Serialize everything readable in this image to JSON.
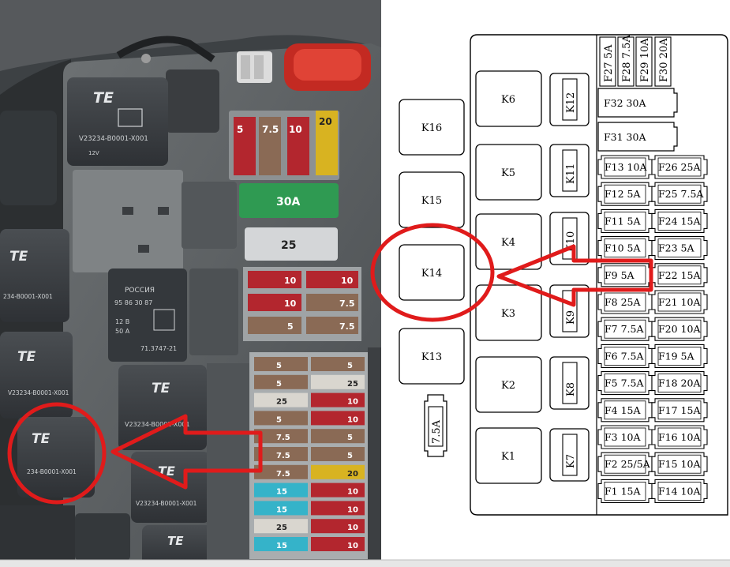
{
  "photo": {
    "relay_logo": "TE",
    "relay_part": "V23234-B0001-X001",
    "relay_part_partial": "234-B0001-X001",
    "relay_code": "12V",
    "rus_relay": {
      "title": "РОССИЯ",
      "code1": "95 86 30 87",
      "code2": "12 В",
      "code3": "50 A",
      "part": "71.3747-21"
    },
    "top_fuses": [
      "5",
      "7.5",
      "10",
      "20"
    ],
    "maxi_fuses": [
      "30A",
      "25"
    ],
    "mid_fuses_left": [
      "10",
      "10",
      "5"
    ],
    "mid_fuses_right": [
      "10",
      "7.5",
      "7.5"
    ],
    "bottom_fuses_left": [
      "5",
      "5",
      "25",
      "5",
      "7.5",
      "7.5",
      "7.5",
      "15",
      "15",
      "25",
      "15"
    ],
    "bottom_fuses_right": [
      "5",
      "25",
      "10",
      "10",
      "5",
      "5",
      "20",
      "10",
      "10",
      "10",
      "10"
    ]
  },
  "diagram": {
    "relays_outside": [
      "K16",
      "K15",
      "K14",
      "K13"
    ],
    "small_fuse": "7.5A",
    "relays_inside": [
      "K6",
      "K5",
      "K4",
      "K3",
      "K2",
      "K1"
    ],
    "vertical_relays": [
      "K12",
      "K11",
      "K10",
      "K9",
      "K8",
      "K7"
    ],
    "top_fuses": [
      "F27 5A",
      "F28 7.5A",
      "F29 10A",
      "F30 20A"
    ],
    "maxi_fuses": [
      "F32 30A",
      "F31 30A"
    ],
    "fuse_left": [
      "F13 10A",
      "F12 5A",
      "F11 5A",
      "F10 5A",
      "F9 5A",
      "F8 25A",
      "F7 7.5A",
      "F6 7.5A",
      "F5 7.5A",
      "F4 15A",
      "F3 10A",
      "F2 25/5A",
      "F1 15A"
    ],
    "fuse_right": [
      "F26 25A",
      "F25 7.5A",
      "F24 15A",
      "F23 5A",
      "F22 15A",
      "F21 10A",
      "F20 10A",
      "F19 5A",
      "F18 20A",
      "F17 15A",
      "F16 10A",
      "F15 10A",
      "F14 10A"
    ]
  },
  "colors": {
    "annotation_red": "#e01b1b",
    "fuse_red": "#b3262e",
    "fuse_tan": "#8a6a55",
    "fuse_yellow": "#d8b321",
    "fuse_blue": "#35b3c9",
    "fuse_white": "#d9d6cf",
    "fuse_green": "#2f9a52",
    "relay_body": "#3b3f43",
    "box_gray": "#8b8f91"
  }
}
